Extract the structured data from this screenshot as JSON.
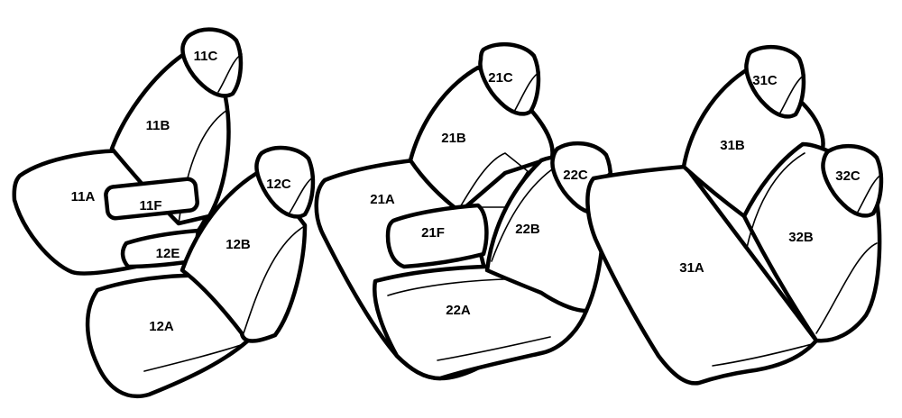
{
  "labels": {
    "l11C": "11C",
    "l11B": "11B",
    "l11A": "11A",
    "l11F": "11F",
    "l12E": "12E",
    "l12C": "12C",
    "l12B": "12B",
    "l12A": "12A",
    "l21C": "21C",
    "l21B": "21B",
    "l21A": "21A",
    "l21F": "21F",
    "l22C": "22C",
    "l22B": "22B",
    "l22A": "22A",
    "l31C": "31C",
    "l31B": "31B",
    "l31A": "31A",
    "l32C": "32C",
    "l32B": "32B"
  },
  "colors": {
    "stroke": "#000000",
    "fill": "#ffffff"
  }
}
